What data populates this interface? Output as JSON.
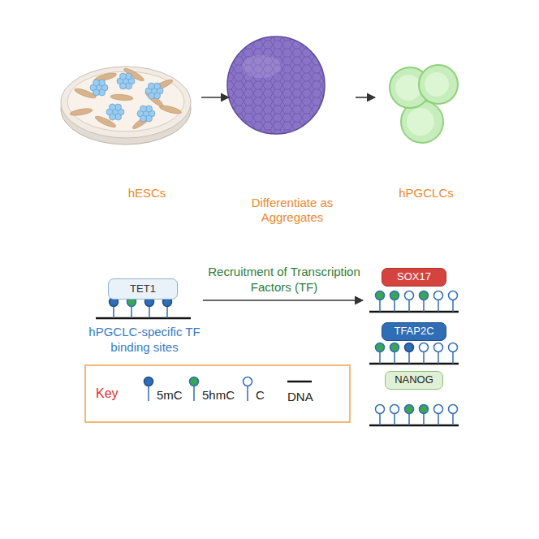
{
  "diagram": {
    "nodes": [
      {
        "text": [
          "hESCs"
        ]
      },
      {
        "text": [
          "Differentiate as Aggregates"
        ]
      },
      {
        "text": [
          "hPGCLCs"
        ]
      },
      {
        "text": [
          "TET1"
        ]
      },
      {
        "text": [
          "SOX17"
        ]
      },
      {
        "text": [
          "TFAP2C"
        ]
      },
      {
        "text": [
          "NANOG"
        ]
      }
    ],
    "edges": [
      {
        "from": 0,
        "to": 1,
        "arrow": "to"
      },
      {
        "from": 1,
        "to": 2,
        "arrow": "to"
      }
    ],
    "labels": [
      "hPGCLC-specific TF binding sites",
      "Recruitment of Transcription Factors (TF)",
      "Key"
    ],
    "legend": [
      {
        "text": "5mC"
      },
      {
        "text": "5hmC"
      },
      {
        "text": "C"
      },
      {
        "text": "DNA"
      }
    ]
  }
}
